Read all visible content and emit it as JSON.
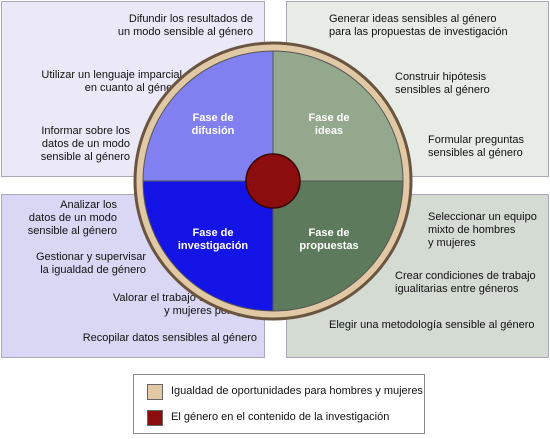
{
  "colors": {
    "ring": "#e2c9a6",
    "ring_stroke": "#6b5540",
    "diffusion": "#8080f0",
    "ideas": "#94a88e",
    "investigation": "#1414e6",
    "proposals": "#5e7a5c",
    "center": "#8b0d0d"
  },
  "phases": {
    "diffusion": [
      "Fase de",
      "difusión"
    ],
    "ideas": [
      "Fase de",
      "ideas"
    ],
    "investigation": [
      "Fase de",
      "investigación"
    ],
    "proposals": [
      "Fase de",
      "propuestas"
    ]
  },
  "top_left": {
    "item1": [
      "Difundir los resultados de",
      "un modo sensible al género"
    ],
    "item2": [
      "Utilizar un lenguaje imparcial",
      "en cuanto al género"
    ],
    "item3": [
      "Informar sobre los",
      "datos de un modo",
      "sensible al género"
    ]
  },
  "top_right": {
    "item1": [
      "Generar ideas sensibles al género",
      "para las propuestas de investigación"
    ],
    "item2": [
      "Construir hipótesis",
      "sensibles al género"
    ],
    "item3": [
      "Formular preguntas",
      "sensibles al género"
    ]
  },
  "bottom_left": {
    "item1": [
      "Analizar los",
      "datos de un modo",
      "sensible al género"
    ],
    "item2": [
      "Gestionar y supervisar",
      "la igualdad de género"
    ],
    "item3": [
      "Valorar el trabajo de hombres",
      "y mujeres por igual"
    ],
    "item4": [
      "Recopilar datos sensibles al género"
    ]
  },
  "bottom_right": {
    "item1": [
      "Seleccionar un equipo",
      "mixto de hombres",
      "y mujeres"
    ],
    "item2": [
      "Crear condiciones de trabajo",
      "igualitarias entre géneros"
    ],
    "item3": [
      "Elegir una metodología sensible al género"
    ]
  },
  "legend": {
    "item1": "Igualdad de oportunidades para hombres y mujeres",
    "item2": "El género en el contenido de la investigación"
  }
}
